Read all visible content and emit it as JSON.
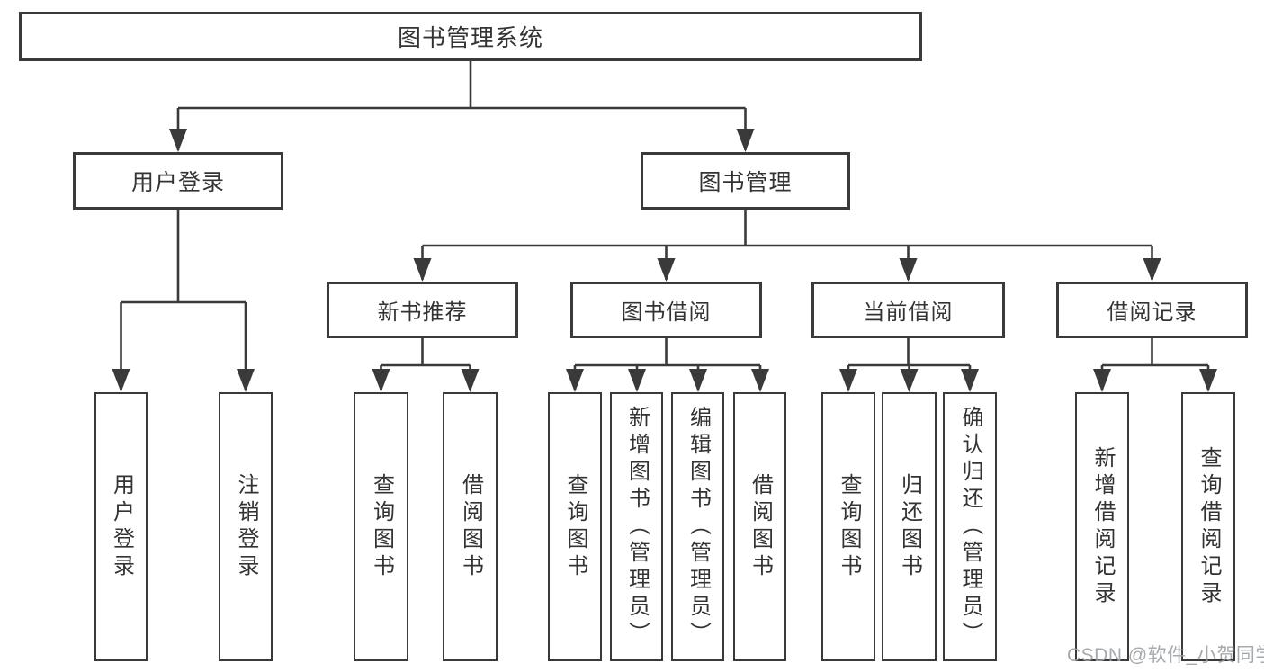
{
  "diagram": {
    "title": "图书管理系统",
    "colors": {
      "line": "#3a3a3a",
      "text": "#333333",
      "background": "#ffffff",
      "watermark": "#9da1a4"
    },
    "nodes": {
      "root": {
        "label": "图书管理系统"
      },
      "user_login": {
        "label": "用户登录"
      },
      "book_management": {
        "label": "图书管理"
      },
      "new_book_recommend": {
        "label": "新书推荐"
      },
      "book_borrowing": {
        "label": "图书借阅"
      },
      "current_borrowing": {
        "label": "当前借阅"
      },
      "borrowing_records": {
        "label": "借阅记录"
      },
      "leaf_user_login": {
        "label": "用户登录"
      },
      "leaf_logout": {
        "label": "注销登录"
      },
      "leaf_query_books_1": {
        "label": "查询图书"
      },
      "leaf_borrow_books_1": {
        "label": "借阅图书"
      },
      "leaf_query_books_2": {
        "label": "查询图书"
      },
      "leaf_add_books_admin": {
        "label": "新增图书（管理员）"
      },
      "leaf_edit_books_admin": {
        "label": "编辑图书（管理员）"
      },
      "leaf_borrow_books_2": {
        "label": "借阅图书"
      },
      "leaf_query_books_3": {
        "label": "查询图书"
      },
      "leaf_return_books": {
        "label": "归还图书"
      },
      "leaf_confirm_return_admin": {
        "label": "确认归还（管理员）"
      },
      "leaf_add_borrow_record": {
        "label": "新增借阅记录"
      },
      "leaf_query_borrow_record": {
        "label": "查询借阅记录"
      }
    },
    "watermark": {
      "text": "CSDN @软件_小贺同学"
    }
  }
}
